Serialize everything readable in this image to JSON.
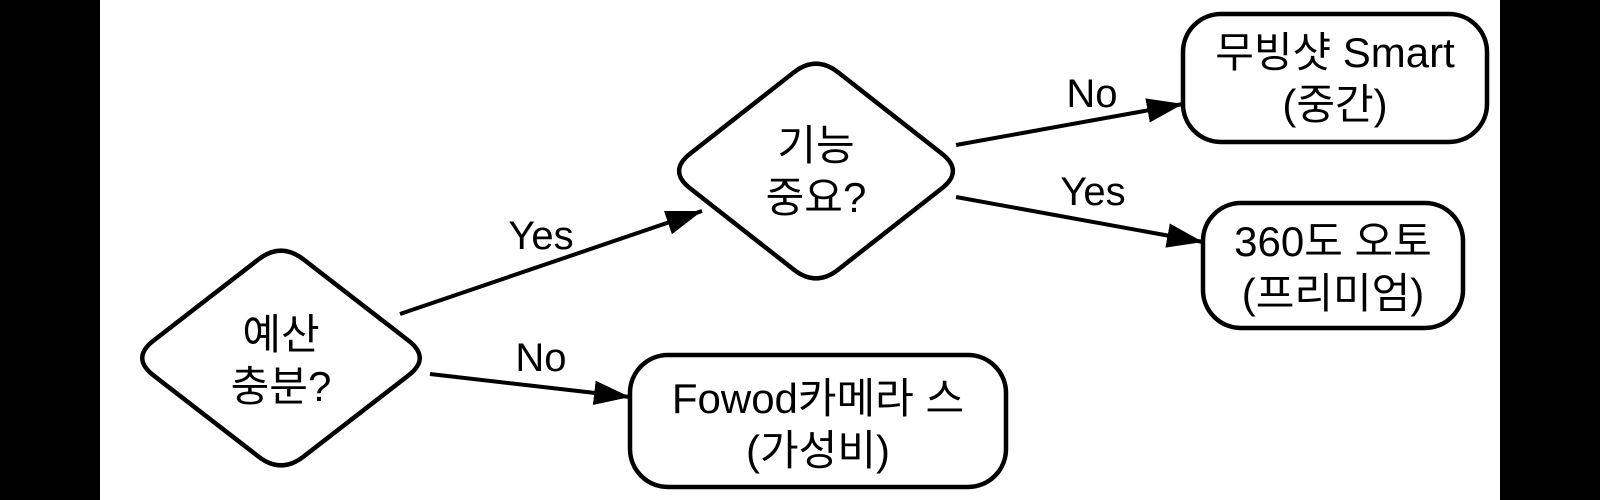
{
  "diagram": {
    "type": "flowchart",
    "colors": {
      "letterbox": "#000000",
      "canvas": "#ffffff",
      "stroke": "#000000",
      "text": "#000000"
    },
    "nodes": {
      "budget": {
        "shape": "diamond",
        "label": "예산 충분?",
        "line1": "예산",
        "line2": "충분?"
      },
      "feature": {
        "shape": "diamond",
        "label": "기능 중요?",
        "line1": "기능",
        "line2": "중요?"
      },
      "moving_shot": {
        "shape": "rounded-rect",
        "label": "무빙샷 Smart (중간)",
        "line1": "무빙샷 Smart",
        "line2": "(중간)"
      },
      "auto360": {
        "shape": "rounded-rect",
        "label": "360도 오토 (프리미엄)",
        "line1": "360도 오토",
        "line2": "(프리미엄)"
      },
      "fowod": {
        "shape": "rounded-rect",
        "label": "Fowod카메라 스 (가성비)",
        "line1": "Fowod카메라 스",
        "line2": "(가성비)"
      }
    },
    "edges": {
      "budget_yes": {
        "from": "budget",
        "to": "feature",
        "label": "Yes"
      },
      "budget_no": {
        "from": "budget",
        "to": "fowod",
        "label": "No"
      },
      "feature_no": {
        "from": "feature",
        "to": "moving_shot",
        "label": "No"
      },
      "feature_yes": {
        "from": "feature",
        "to": "auto360",
        "label": "Yes"
      }
    }
  }
}
